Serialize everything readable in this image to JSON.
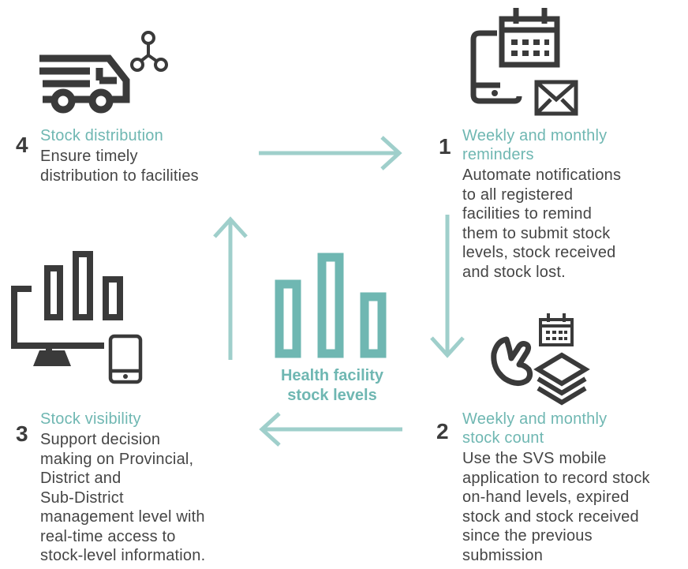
{
  "steps": {
    "s1": {
      "number": "1",
      "title": "Weekly and monthly\nreminders",
      "description": "Automate notifications\nto all registered\nfacilities to remind\nthem to submit stock\nlevels, stock received\nand stock lost."
    },
    "s2": {
      "number": "2",
      "title": "Weekly and monthly\nstock count",
      "description": "Use the SVS mobile\napplication to record stock\non-hand levels, expired\nstock and stock received\nsince the previous\nsubmission"
    },
    "s3": {
      "number": "3",
      "title": "Stock visibility",
      "description": "Support decision\nmaking on Provincial,\nDistrict and\nSub-District\nmanagement level with\nreal-time access to\nstock-level information."
    },
    "s4": {
      "number": "4",
      "title": "Stock distribution",
      "description": "Ensure timely\ndistribution to facilities"
    }
  },
  "center": {
    "label": "Health facility\nstock levels"
  },
  "colors": {
    "accent": "#6fb7b2",
    "arrow": "#9fcfcb",
    "icon": "#3a3a3a",
    "text": "#454545"
  },
  "icons": {
    "s1": [
      "calendar-icon",
      "mobile-phone-icon",
      "envelope-icon"
    ],
    "s2": [
      "calendar-icon",
      "hand-icon",
      "stack-layers-icon"
    ],
    "s3": [
      "desktop-monitor-chart-icon",
      "mobile-phone-icon"
    ],
    "s4": [
      "delivery-truck-icon",
      "network-nodes-icon"
    ],
    "center": [
      "bar-chart-icon"
    ]
  }
}
